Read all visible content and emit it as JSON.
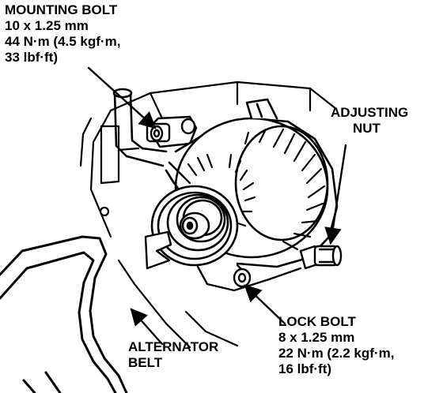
{
  "colors": {
    "ink": "#000000",
    "paper": "#ffffff"
  },
  "callouts": {
    "mounting_bolt": {
      "title": "MOUNTING BOLT",
      "size": "10 x 1.25 mm",
      "torque_line1": "44 N·m (4.5 kgf·m,",
      "torque_line2": "33 lbf·ft)"
    },
    "adjusting_nut": {
      "line1": "ADJUSTING",
      "line2": "NUT"
    },
    "lock_bolt": {
      "title": "LOCK BOLT",
      "size": "8 x 1.25 mm",
      "torque_line1": "22 N·m (2.2 kgf·m,",
      "torque_line2": "16 lbf·ft)"
    },
    "alternator_belt": {
      "line1": "ALTERNATOR",
      "line2": "BELT"
    }
  }
}
